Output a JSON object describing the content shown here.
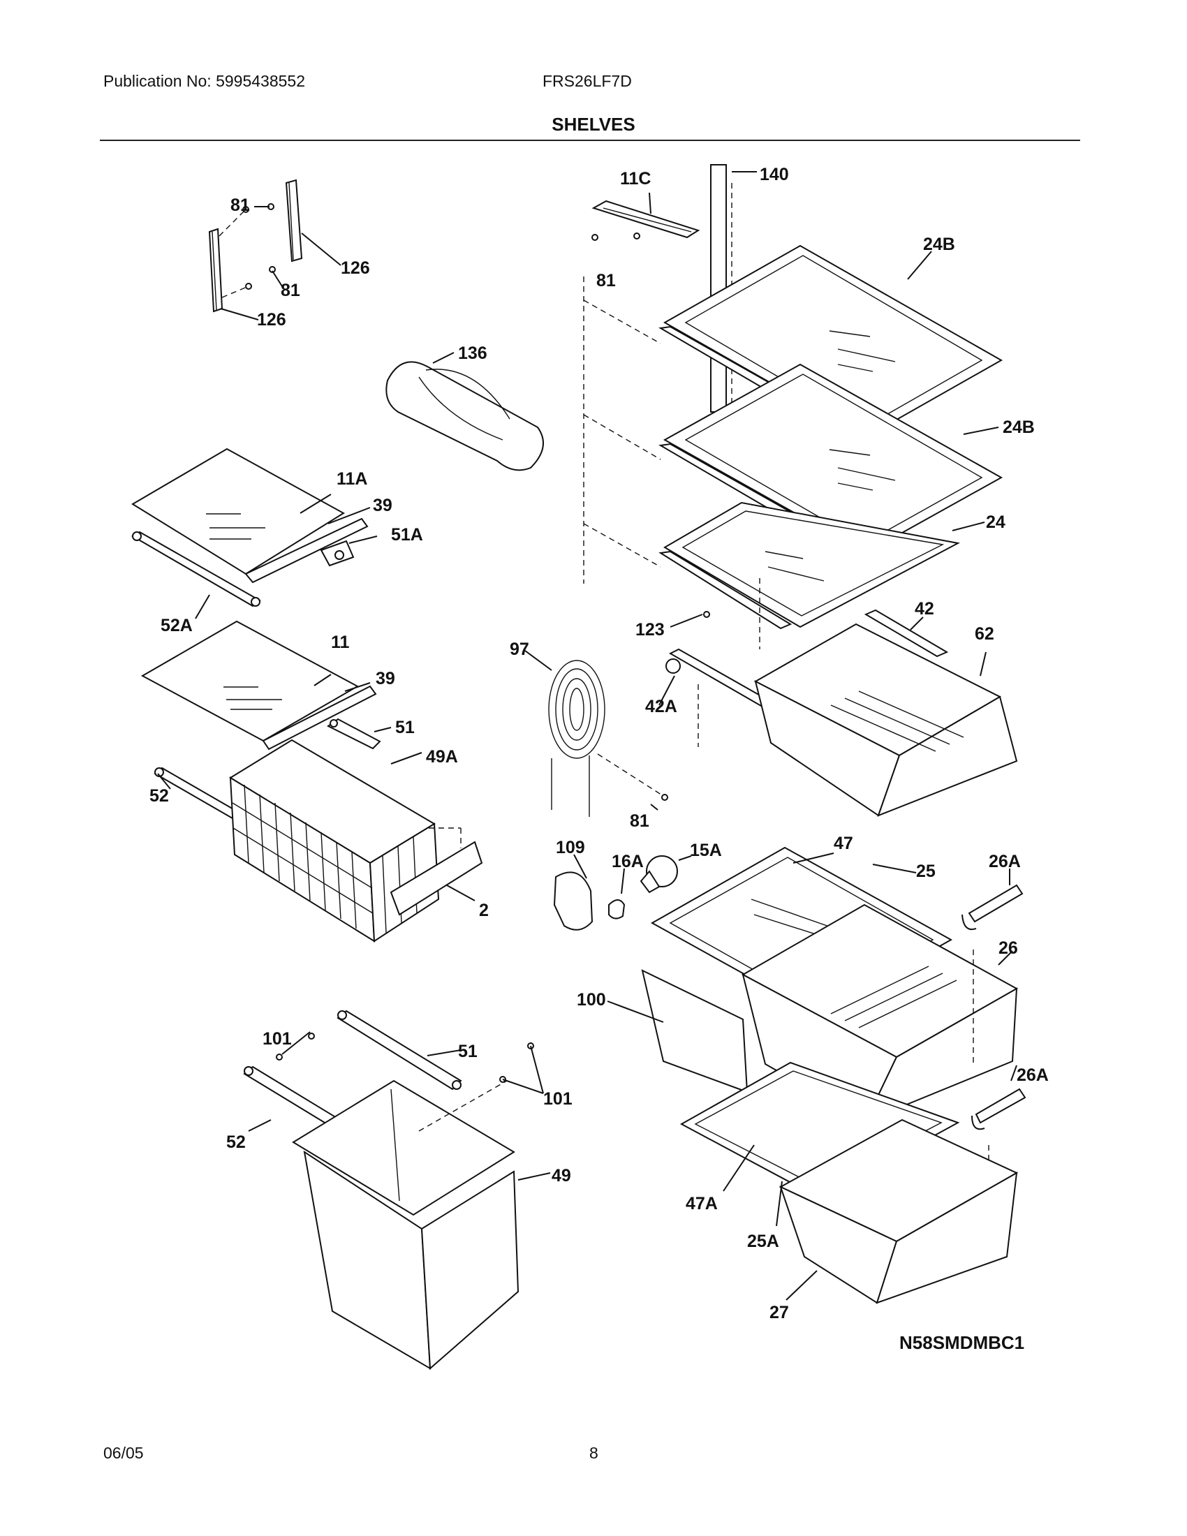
{
  "header": {
    "publication": "Publication No: 5995438552",
    "model": "FRS26LF7D"
  },
  "title": "SHELVES",
  "diagram": {
    "labels": {
      "l81a": "81",
      "l126a": "126",
      "l81b": "81",
      "l126b": "126",
      "l136": "136",
      "l11A": "11A",
      "l39a": "39",
      "l51A": "51A",
      "l52A": "52A",
      "l11": "11",
      "l39b": "39",
      "l51a": "51",
      "l49A": "49A",
      "l52a": "52",
      "l2": "2",
      "l101a": "101",
      "l51b": "51",
      "l101b": "101",
      "l52b": "52",
      "l49": "49",
      "l11C": "11C",
      "l140": "140",
      "l81c": "81",
      "l24Ba": "24B",
      "l24Bb": "24B",
      "l24": "24",
      "l123": "123",
      "l42": "42",
      "l62": "62",
      "l97": "97",
      "l42A": "42A",
      "l81d": "81",
      "l109": "109",
      "l16A": "16A",
      "l15A": "15A",
      "l47": "47",
      "l25": "25",
      "l26Aa": "26A",
      "l26": "26",
      "l100": "100",
      "l26Ab": "26A",
      "l47A": "47A",
      "l25A": "25A",
      "l27": "27"
    },
    "code": "N58SMDMBC1"
  },
  "footer": {
    "date": "06/05",
    "page": "8"
  }
}
